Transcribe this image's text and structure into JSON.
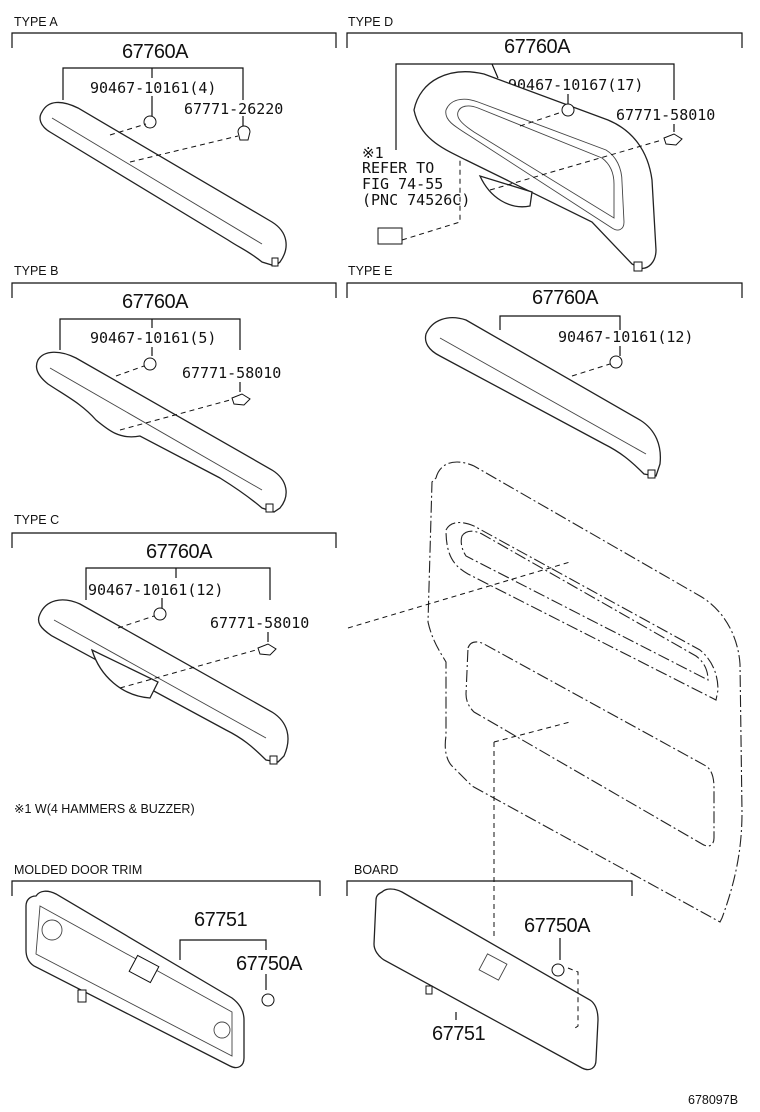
{
  "sections": {
    "type_a": {
      "title": "TYPE A",
      "group": "67760A",
      "clip": "90467-10161(4)",
      "fastener": "67771-26220"
    },
    "type_d": {
      "title": "TYPE D",
      "group": "67760A",
      "clip": "90467-10167(17)",
      "fastener": "67771-58010",
      "ref_mark": "※1",
      "ref_line1": "REFER TO",
      "ref_line2": "FIG 74-55",
      "ref_line3": "(PNC 74526C)"
    },
    "type_b": {
      "title": "TYPE B",
      "group": "67760A",
      "clip": "90467-10161(5)",
      "fastener": "67771-58010"
    },
    "type_e": {
      "title": "TYPE E",
      "group": "67760A",
      "clip": "90467-10161(12)"
    },
    "type_c": {
      "title": "TYPE C",
      "group": "67760A",
      "clip": "90467-10161(12)",
      "fastener": "67771-58010"
    },
    "molded": {
      "title": "MOLDED DOOR TRIM",
      "group": "67751",
      "clip": "67750A"
    },
    "board": {
      "title": "BOARD",
      "clip": "67750A",
      "group": "67751"
    }
  },
  "footnote": "※1 W(4 HAMMERS & BUZZER)",
  "diagram_id": "678097B"
}
